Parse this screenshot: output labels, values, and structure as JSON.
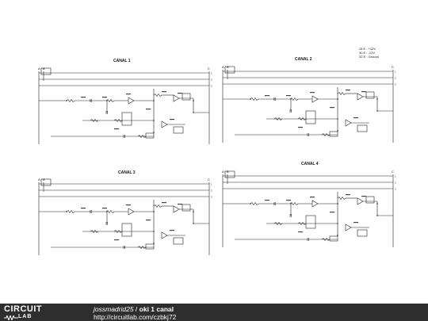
{
  "channels": [
    {
      "title": "CANAL 1",
      "pins": [
        "A",
        "B",
        "C"
      ],
      "bus": [
        "1",
        "2",
        "3"
      ]
    },
    {
      "title": "CANAL 2",
      "pins": [
        "A",
        "B",
        "C"
      ],
      "bus": [
        "1",
        "2",
        "3"
      ]
    },
    {
      "title": "CANAL 3",
      "pins": [
        "A",
        "B",
        "C"
      ],
      "bus": [
        "1",
        "2",
        "3"
      ]
    },
    {
      "title": "CANAL 4",
      "pins": [
        "A",
        "B",
        "C"
      ],
      "bus": [
        "1",
        "2",
        "3"
      ]
    }
  ],
  "legend": [
    "28 E : +12V",
    "30 E : -12V",
    "32 E : Ground"
  ],
  "footer": {
    "logo_top": "CIRCUIT",
    "logo_bottom": "LAB",
    "author": "jossmadrid25",
    "separator": " / ",
    "title": "oki 1 canal",
    "url": "http://circuitlab.com/czbkj72"
  }
}
